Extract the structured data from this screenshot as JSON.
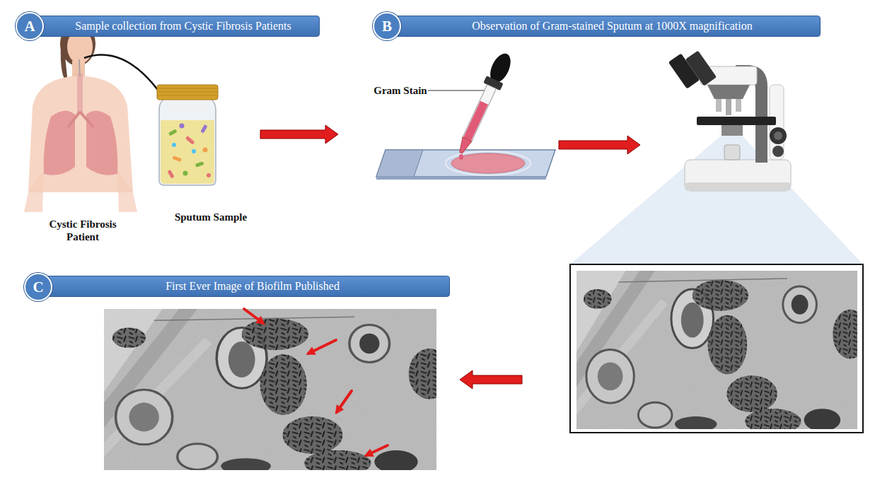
{
  "diagram": {
    "nodes": [
      {
        "text": [
          "A"
        ]
      },
      {
        "text": [
          "Sample collection from Cystic Fibrosis Patients"
        ]
      },
      {
        "text": [
          "B"
        ]
      },
      {
        "text": [
          "Observation of Gram-stained Sputum at 1000X magnification"
        ]
      },
      {
        "text": [
          "C"
        ]
      },
      {
        "text": [
          "First Ever Image of Biofilm Published"
        ]
      }
    ],
    "labels": [
      "Gram Stain",
      "Cystic Fibrosis Patient",
      "Sputum Sample"
    ]
  }
}
